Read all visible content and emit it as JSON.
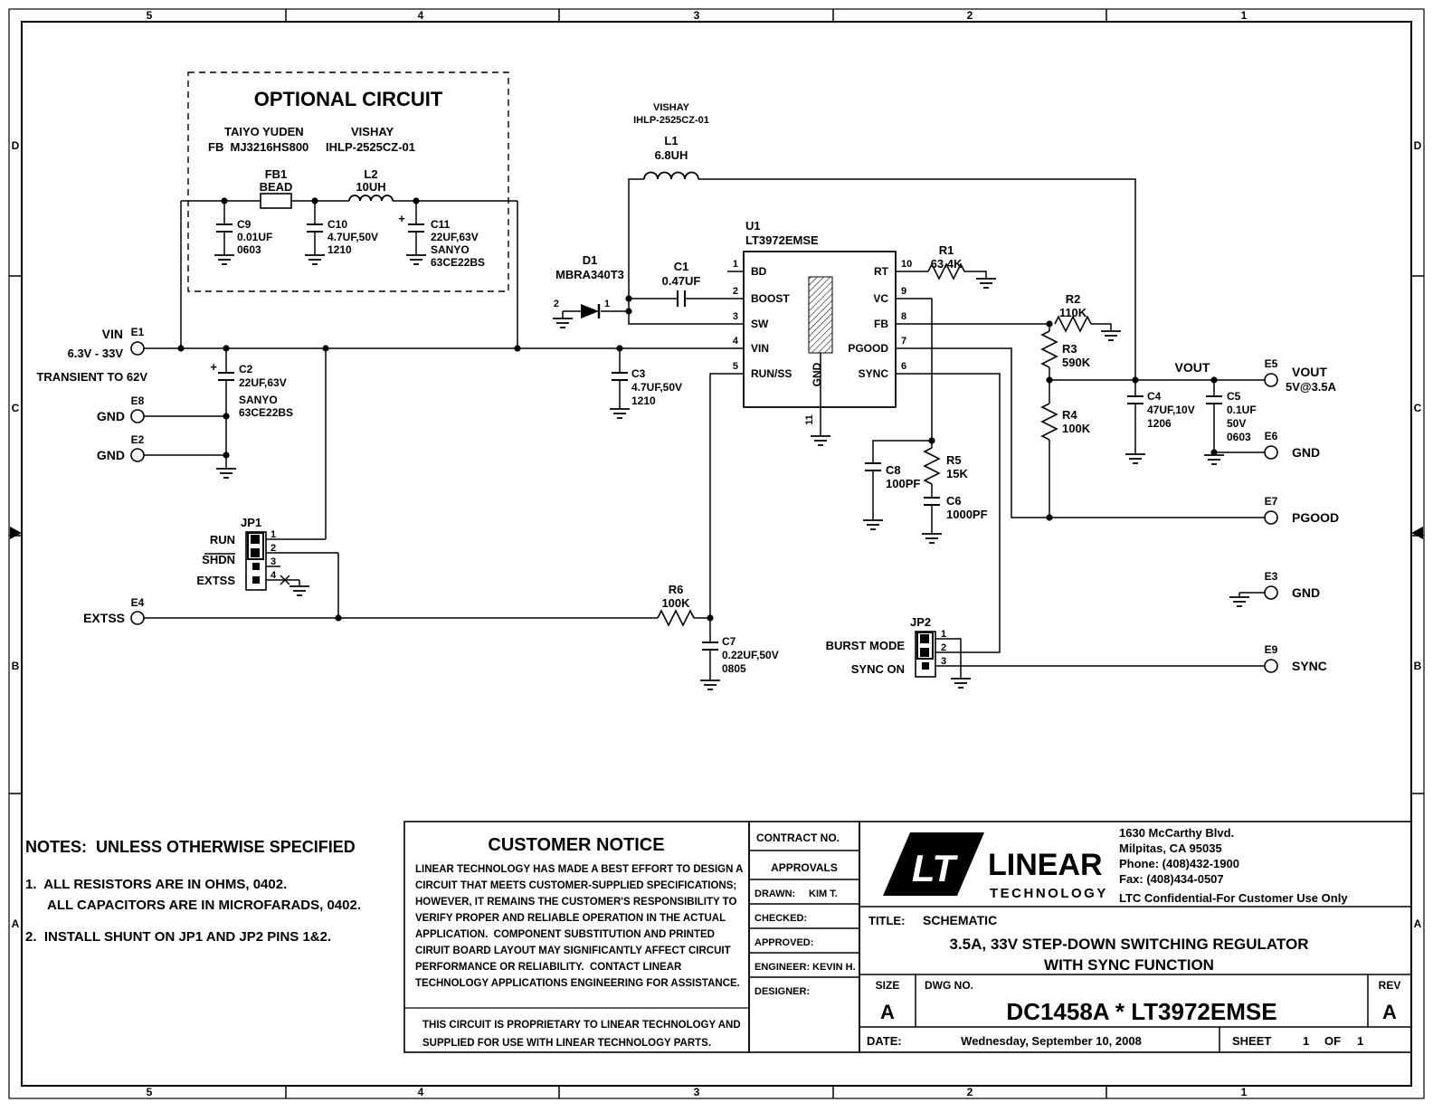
{
  "frame": {
    "zones_top": [
      "5",
      "4",
      "3",
      "2",
      "1"
    ],
    "zones_bottom": [
      "5",
      "4",
      "3",
      "2",
      "1"
    ],
    "zones_left": [
      "D",
      "C",
      "B",
      "A"
    ],
    "zones_right": [
      "D",
      "C",
      "B",
      "A"
    ]
  },
  "optional_circuit": {
    "title": "OPTIONAL CIRCUIT",
    "mfr_fb_1": "TAIYO YUDEN",
    "mfr_fb_2": "FB  MJ3216HS800",
    "mfr_l_1": "VISHAY",
    "mfr_l_2": "IHLP-2525CZ-01",
    "fb1_ref": "FB1",
    "fb1_val": "BEAD",
    "l2_ref": "L2",
    "l2_val": "10UH",
    "c9_ref": "C9",
    "c9_val": "0.01UF",
    "c9_pkg": "0603",
    "c10_ref": "C10",
    "c10_val": "4.7UF,50V",
    "c10_pkg": "1210",
    "c11_ref": "C11",
    "c11_val": "22UF,63V",
    "c11_mfr": "SANYO",
    "c11_pn": "63CE22BS",
    "c11_pol": "+"
  },
  "ic": {
    "ref": "U1",
    "part": "LT3972EMSE",
    "left_names": [
      "BD",
      "BOOST",
      "SW",
      "VIN",
      "RUN/SS"
    ],
    "left_pins": [
      "1",
      "2",
      "3",
      "4",
      "5"
    ],
    "right_names": [
      "RT",
      "VC",
      "FB",
      "PGOOD",
      "SYNC"
    ],
    "right_pins": [
      "10",
      "9",
      "8",
      "7",
      "6"
    ],
    "pad_name": "GND",
    "pad_pin": "11"
  },
  "parts": {
    "l1_mfr1": "VISHAY",
    "l1_mfr2": "IHLP-2525CZ-01",
    "l1_ref": "L1",
    "l1_val": "6.8UH",
    "d1_ref": "D1",
    "d1_val": "MBRA340T3",
    "d1_anode": "2",
    "d1_cathode": "1",
    "c1_ref": "C1",
    "c1_val": "0.47UF",
    "c2_ref": "C2",
    "c2_val": "22UF,63V",
    "c2_mfr": "SANYO",
    "c2_pn": "63CE22BS",
    "c2_pol": "+",
    "c3_ref": "C3",
    "c3_val": "4.7UF,50V",
    "c3_pkg": "1210",
    "c4_ref": "C4",
    "c4_val": "47UF,10V",
    "c4_pkg": "1206",
    "c5_ref": "C5",
    "c5_val": "0.1UF",
    "c5_volt": "50V",
    "c5_pkg": "0603",
    "c6_ref": "C6",
    "c6_val": "1000PF",
    "c7_ref": "C7",
    "c7_val": "0.22UF,50V",
    "c7_pkg": "0805",
    "c8_ref": "C8",
    "c8_val": "100PF",
    "r1_ref": "R1",
    "r1_val": "63.4K",
    "r2_ref": "R2",
    "r2_val": "110K",
    "r3_ref": "R3",
    "r3_val": "590K",
    "r4_ref": "R4",
    "r4_val": "100K",
    "r5_ref": "R5",
    "r5_val": "15K",
    "r6_ref": "R6",
    "r6_val": "100K"
  },
  "terminals": {
    "e1_id": "E1",
    "e1_name": "VIN",
    "e1_range": "6.3V - 33V",
    "e1_note": "TRANSIENT TO 62V",
    "e8_id": "E8",
    "e8_name": "GND",
    "e2_id": "E2",
    "e2_name": "GND",
    "e4_id": "E4",
    "e4_name": "EXTSS",
    "e5_id": "E5",
    "e5_name": "VOUT",
    "e5_note": "5V@3.5A",
    "e6_id": "E6",
    "e6_name": "GND",
    "e7_id": "E7",
    "e7_name": "PGOOD",
    "e3_id": "E3",
    "e3_name": "GND",
    "e9_id": "E9",
    "e9_name": "SYNC",
    "vout_label": "VOUT"
  },
  "jp1": {
    "ref": "JP1",
    "pos1": "RUN",
    "pos2": "SHDN",
    "pos3": "EXTSS",
    "pins": [
      "1",
      "2",
      "3",
      "4"
    ]
  },
  "jp2": {
    "ref": "JP2",
    "pos1": "BURST MODE",
    "pos2": "SYNC ON",
    "pins": [
      "1",
      "2",
      "3"
    ]
  },
  "notes": {
    "heading": "NOTES:  UNLESS OTHERWISE SPECIFIED",
    "item1": "1.  ALL RESISTORS ARE IN OHMS, 0402.",
    "item1b": "ALL CAPACITORS ARE IN MICROFARADS, 0402.",
    "item2": "2.  INSTALL SHUNT ON JP1 AND JP2 PINS 1&2."
  },
  "notice": {
    "title": "CUSTOMER NOTICE",
    "body": [
      "LINEAR TECHNOLOGY HAS MADE A BEST EFFORT TO DESIGN A",
      "CIRCUIT THAT MEETS CUSTOMER-SUPPLIED SPECIFICATIONS;",
      "HOWEVER, IT REMAINS THE CUSTOMER'S RESPONSIBILITY TO",
      "VERIFY PROPER AND RELIABLE OPERATION IN THE ACTUAL",
      "APPLICATION.  COMPONENT SUBSTITUTION AND PRINTED",
      "CIRUIT BOARD LAYOUT MAY SIGNIFICANTLY AFFECT CIRCUIT",
      "PERFORMANCE OR RELIABILITY.  CONTACT LINEAR",
      "TECHNOLOGY APPLICATIONS ENGINEERING FOR ASSISTANCE."
    ],
    "footer1": "THIS CIRCUIT IS PROPRIETARY TO LINEAR TECHNOLOGY AND",
    "footer2": "SUPPLIED FOR USE WITH LINEAR TECHNOLOGY PARTS."
  },
  "titleblock": {
    "contract_label": "CONTRACT NO.",
    "approvals_label": "APPROVALS",
    "drawn_label": "DRAWN:",
    "drawn_value": "KIM T.",
    "checked_label": "CHECKED:",
    "approved_label": "APPROVED:",
    "engineer_label": "ENGINEER:",
    "engineer_value": "KEVIN H.",
    "designer_label": "DESIGNER:",
    "logo_mark": "LT",
    "logo_name": "LINEAR",
    "logo_sub": "TECHNOLOGY",
    "addr1": "1630 McCarthy Blvd.",
    "addr2": "Milpitas, CA 95035",
    "addr3": "Phone: (408)432-1900",
    "addr4": "Fax: (408)434-0507",
    "confidential": "LTC Confidential-For Customer Use Only",
    "title_label": "TITLE:",
    "title_type": "SCHEMATIC",
    "title_line1": "3.5A, 33V STEP-DOWN SWITCHING REGULATOR",
    "title_line2": "WITH SYNC FUNCTION",
    "size_label": "SIZE",
    "size_value": "A",
    "dwg_label": "DWG NO.",
    "dwg_value": "DC1458A * LT3972EMSE",
    "rev_label": "REV",
    "rev_value": "A",
    "date_label": "DATE:",
    "date_value": "Wednesday, September 10, 2008",
    "sheet_label": "SHEET",
    "sheet_num": "1",
    "sheet_of": "OF",
    "sheet_total": "1"
  }
}
